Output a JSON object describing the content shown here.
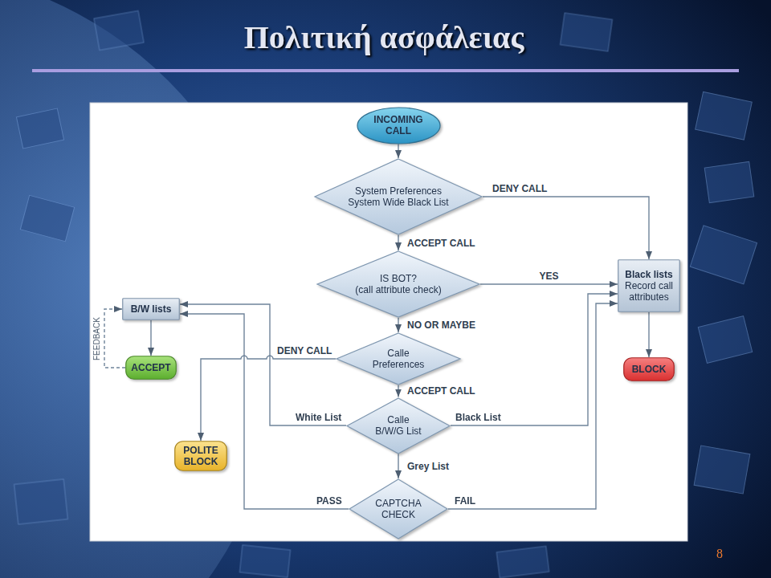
{
  "diagram": {
    "title": "Πολιτική ασφάλειας",
    "nodes": [
      {
        "text": [
          "INCOMING CALL"
        ]
      },
      {
        "text": [
          "System Preferences System Wide Black List"
        ]
      },
      {
        "text": [
          "IS BOT?",
          "(call attribute check)"
        ]
      },
      {
        "text": [
          "Black lists",
          "Record call attributes"
        ]
      },
      {
        "text": [
          "B/W lists"
        ]
      },
      {
        "text": [
          "Calle Preferences"
        ]
      },
      {
        "text": [
          "ACCEPT"
        ]
      },
      {
        "text": [
          "BLOCK"
        ]
      },
      {
        "text": [
          "Calle B/W/G List"
        ]
      },
      {
        "text": [
          "POLITE BLOCK"
        ]
      },
      {
        "text": [
          "CAPTCHA CHECK"
        ]
      }
    ],
    "edges": [
      {
        "from": 0,
        "to": 1,
        "arrow": "to"
      },
      {
        "from": 1,
        "to": 3,
        "label": "DENY CALL",
        "arrow": "to"
      },
      {
        "from": 1,
        "to": 2,
        "label": "ACCEPT CALL",
        "arrow": "to"
      },
      {
        "from": 2,
        "to": 3,
        "label": "YES",
        "arrow": "to"
      },
      {
        "from": 2,
        "to": 5,
        "label": "NO OR MAYBE",
        "arrow": "to"
      },
      {
        "from": 5,
        "to": 9,
        "label": "DENY CALL",
        "arrow": "to"
      },
      {
        "from": 5,
        "to": 8,
        "label": "ACCEPT CALL",
        "arrow": "to"
      },
      {
        "from": 8,
        "to": 4,
        "label": "White List",
        "arrow": "to"
      },
      {
        "from": 8,
        "to": 3,
        "label": "Black List",
        "arrow": "to"
      },
      {
        "from": 8,
        "to": 10,
        "label": "Grey List",
        "arrow": "to"
      },
      {
        "from": 10,
        "to": 4,
        "label": "PASS",
        "arrow": "to"
      },
      {
        "from": 10,
        "to": 3,
        "label": "FAIL",
        "arrow": "to"
      },
      {
        "from": 4,
        "to": 6,
        "arrow": "to"
      },
      {
        "from": 6,
        "to": 4,
        "label": "FEEDBACK",
        "arrow": "to"
      },
      {
        "from": 3,
        "to": 7,
        "arrow": "to"
      }
    ],
    "labels": [
      "8"
    ]
  }
}
